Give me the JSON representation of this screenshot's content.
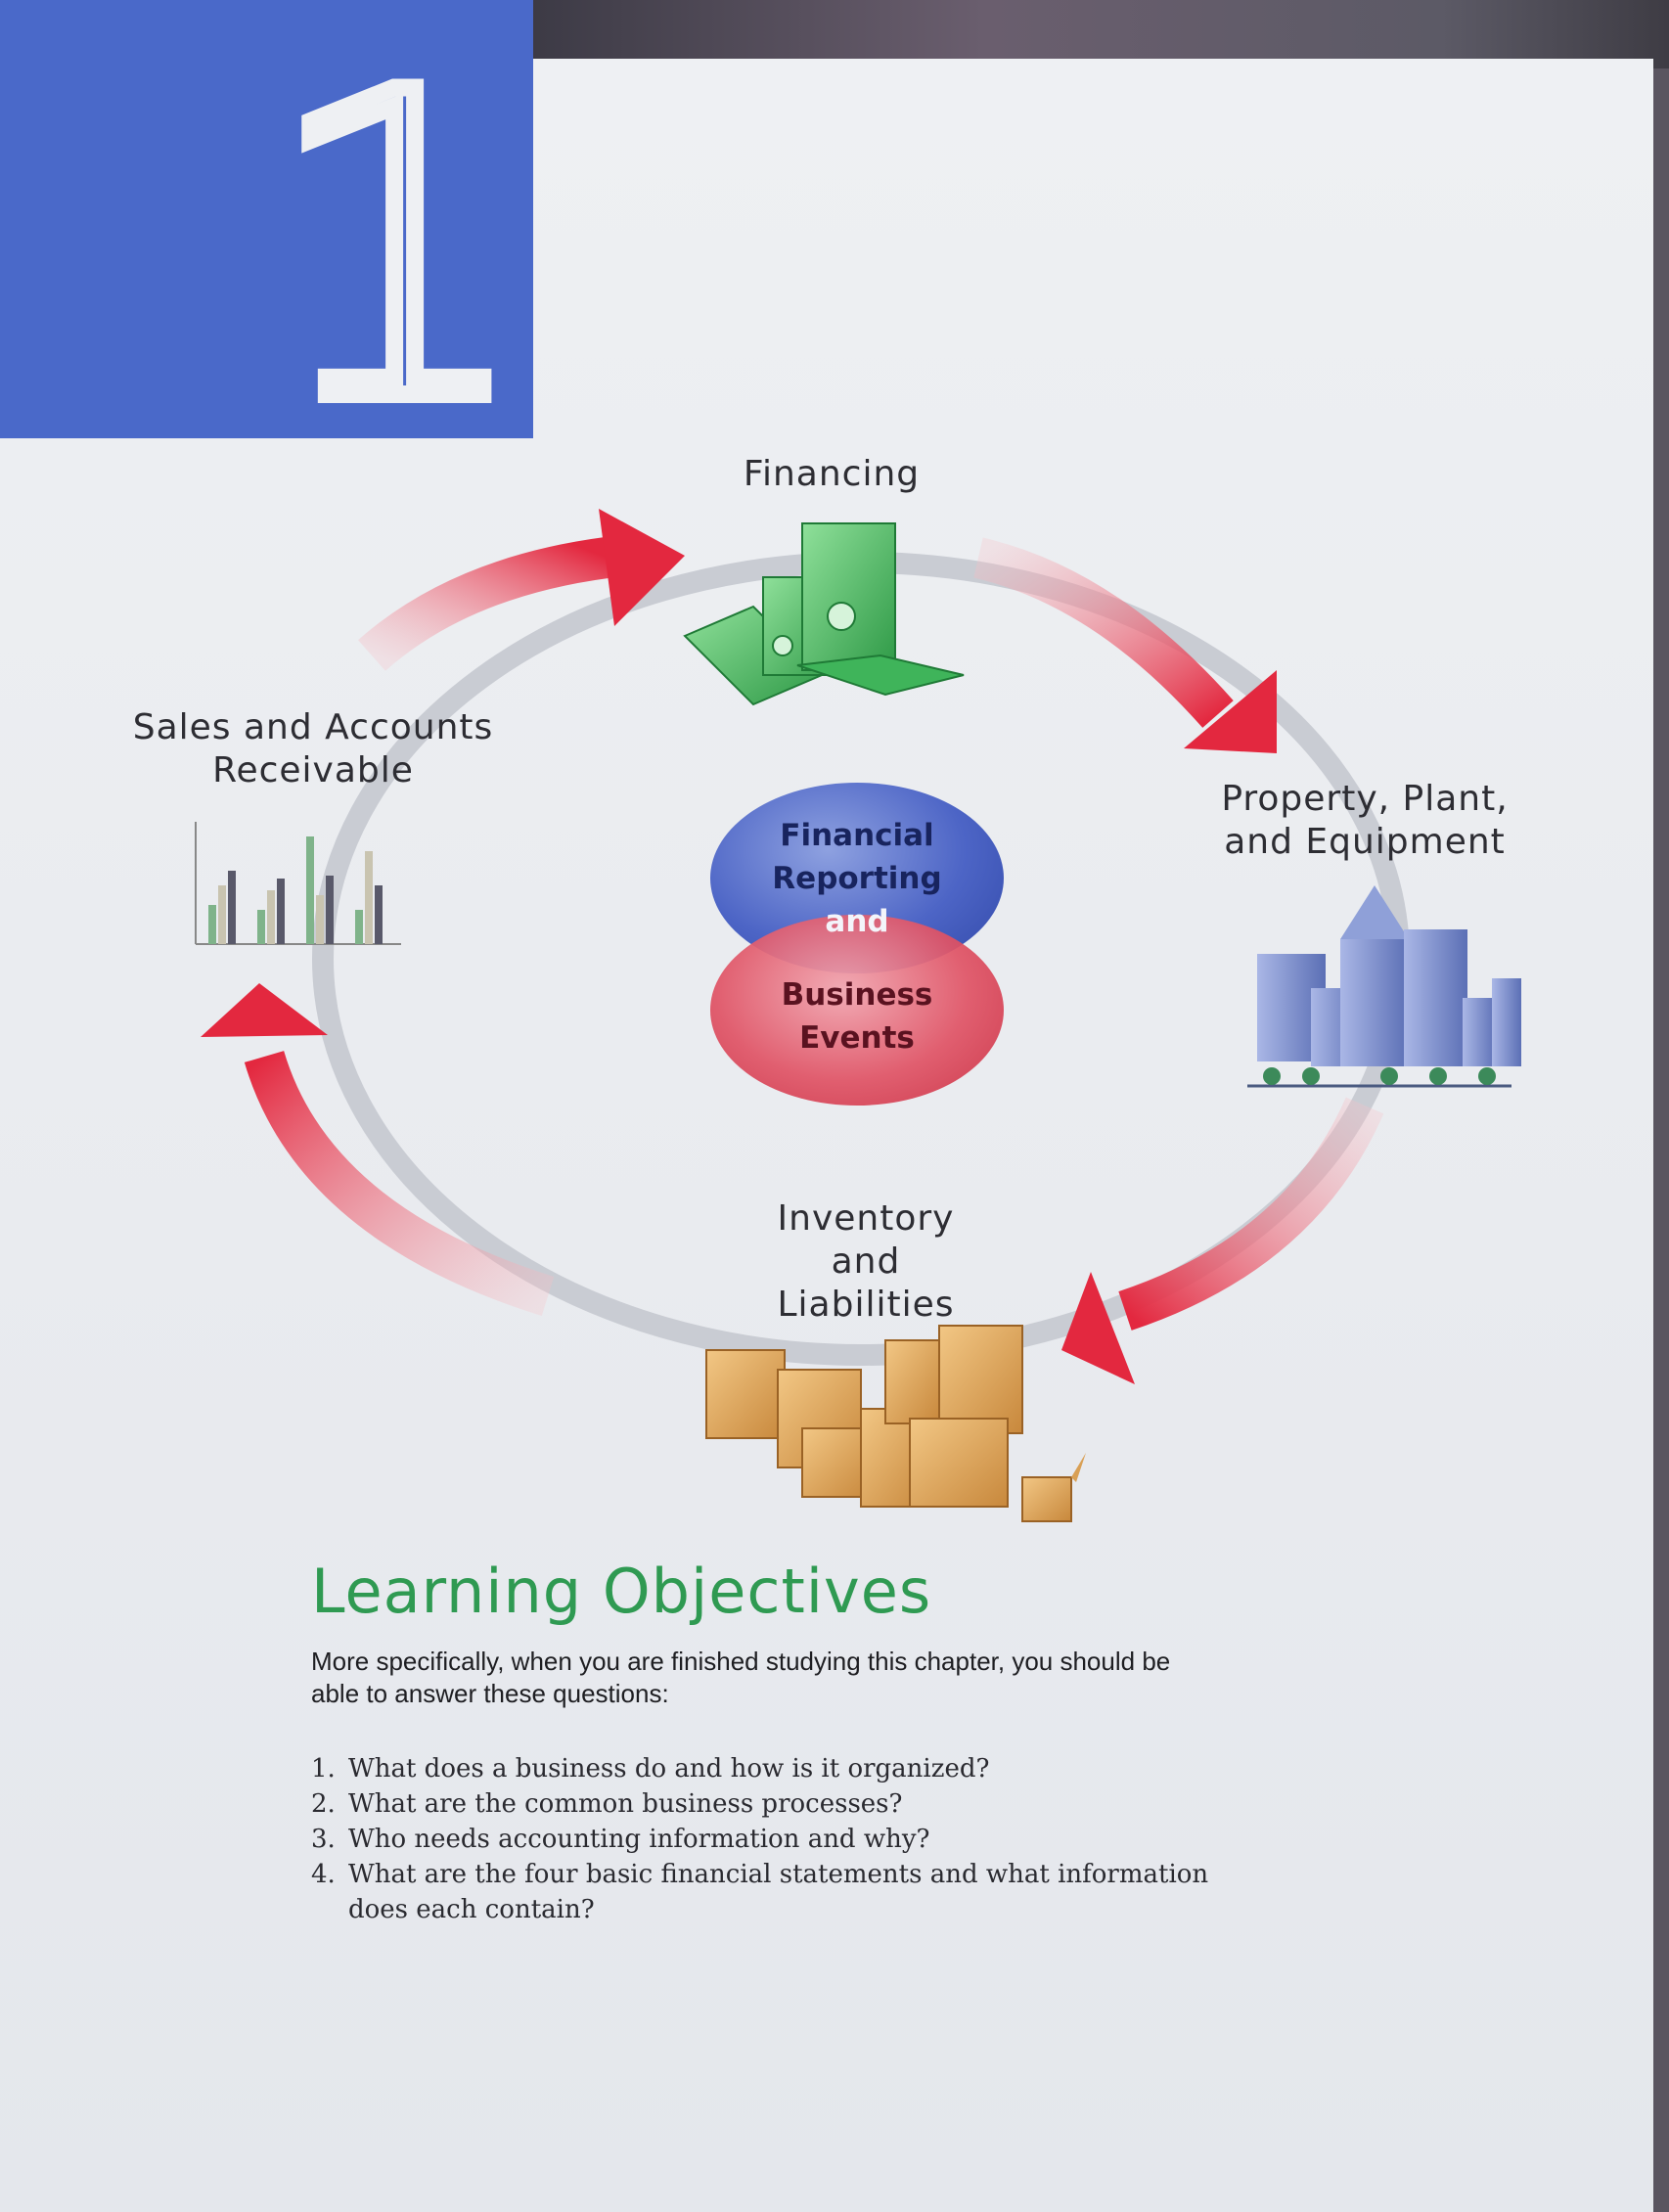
{
  "chapter": {
    "number": "1"
  },
  "diagram": {
    "financing": "Financing",
    "ppe": [
      "Property, Plant,",
      "and Equipment"
    ],
    "inventory": [
      "Inventory",
      "and",
      "Liabilities"
    ],
    "sales": [
      "Sales and Accounts",
      "Receivable"
    ],
    "center": {
      "top": [
        "Financial",
        "Reporting",
        "and"
      ],
      "bottom": [
        "Business",
        "Events"
      ]
    },
    "colors": {
      "arrow": "#e3283f",
      "blue": "#4d65c6",
      "red": "#e05466",
      "money": "#3fb45a",
      "box": "#d9a055",
      "building": "#7c8fc8"
    },
    "icons": [
      "money-stack-icon",
      "office-buildings-icon",
      "cardboard-boxes-icon",
      "bar-chart-icon"
    ]
  },
  "objectives": {
    "title": "Learning Objectives",
    "intro": "More specifically, when you are finished studying this chapter, you should be able to answer these questions:",
    "items": [
      {
        "num": "1.",
        "text": "What does a business do and how is it organized?"
      },
      {
        "num": "2.",
        "text": "What are the common business processes?"
      },
      {
        "num": "3.",
        "text": "Who needs accounting information and why?"
      },
      {
        "num": "4.",
        "text": "What are the four basic financial statements and what information does each contain?"
      }
    ]
  }
}
